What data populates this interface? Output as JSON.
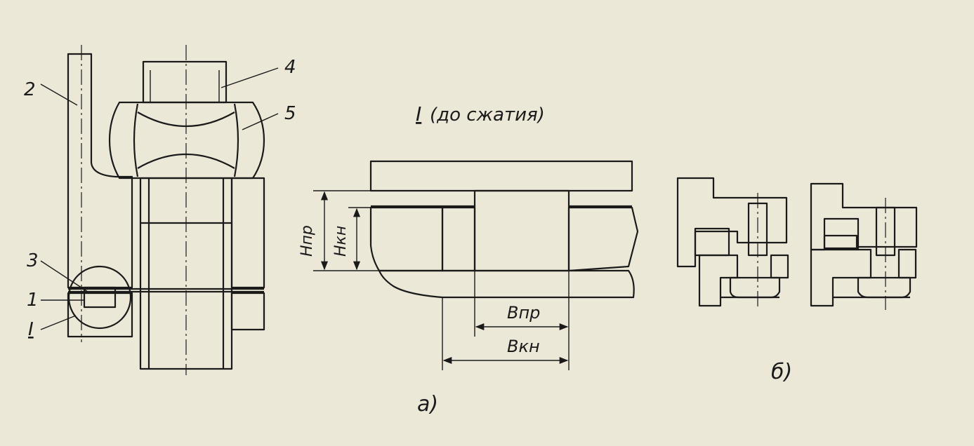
{
  "left_view": {
    "labels": [
      "2",
      "4",
      "5",
      "3",
      "1",
      "I"
    ]
  },
  "detail_view": {
    "title_numeral": "I",
    "title_rest": "(до сжатия)",
    "dim_h_pr": "Hпр",
    "dim_h_kn": "Hкн",
    "dim_b_pr": "Bпр",
    "dim_b_kn": "Bкн",
    "caption": "а)"
  },
  "variants_view": {
    "caption": "б)"
  },
  "colors": {
    "paper": "#ece8d8",
    "ink": "#1a1a1a"
  }
}
